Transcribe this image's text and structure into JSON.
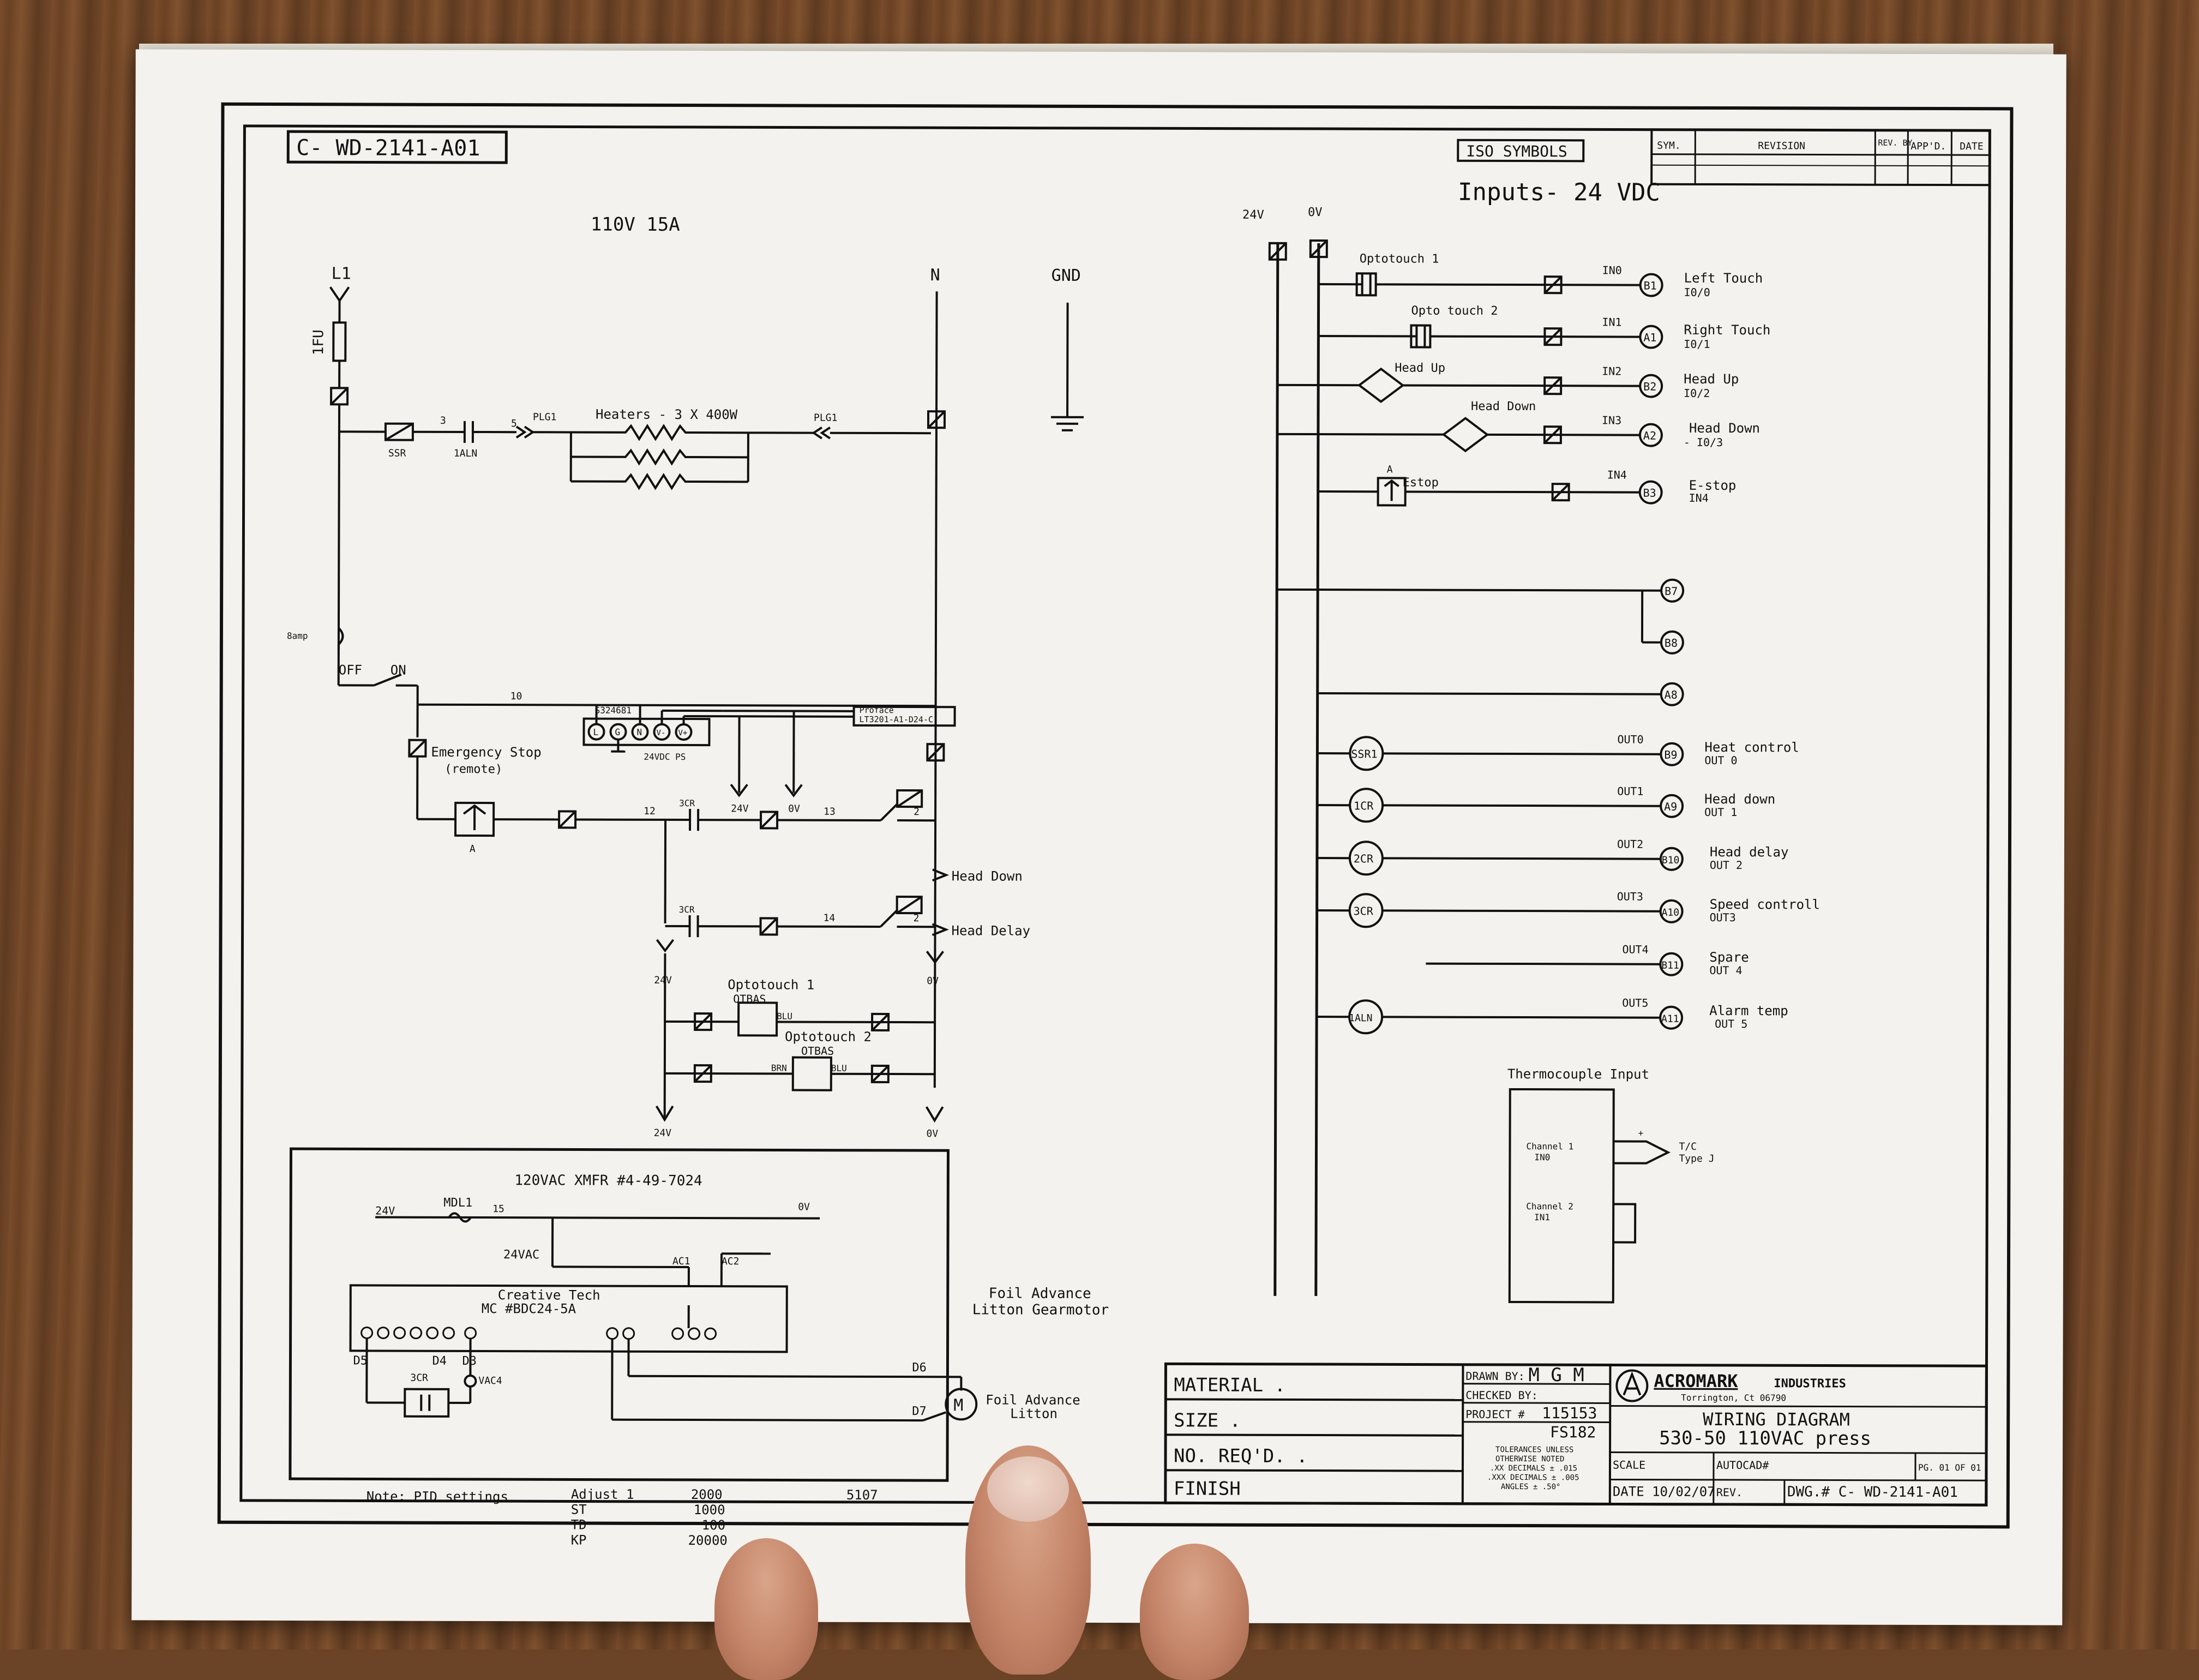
{
  "drawing": {
    "drawing_number": "C- WD-2141-A01",
    "supply": "110V 15A",
    "symbols_label": "ISO SYMBOLS",
    "revision_headers": [
      "SYM.",
      "REVISION",
      "REV. BY",
      "APP'D.",
      "DATE"
    ],
    "inputs_title": "Inputs- 24 VDC",
    "power": {
      "l1": "L1",
      "fuse": "1FU",
      "n": "N",
      "gnd": "GND",
      "ssr": "SSR",
      "wire3": "3",
      "aln": "1ALN",
      "wire5": "5",
      "plg_left": "PLG1",
      "plg_right": "PLG1",
      "heaters": "Heaters - 3 X 400W",
      "amp": "8amp",
      "off": "OFF",
      "on": "ON",
      "wire10": "10",
      "estop": "Emergency Stop",
      "estop_sub": "(remote)",
      "estop_a": "A",
      "ps_part": "S324681",
      "ps_label": "24VDC PS",
      "ps_terminals": [
        "L",
        "G",
        "N",
        "V-",
        "V+"
      ],
      "proface": "Proface",
      "proface_part": "LT3201-A1-D24-C",
      "wire12": "12",
      "wire13": "13",
      "wire14": "14",
      "wire2a": "2",
      "wire2b": "2",
      "cr3a": "3CR",
      "cr3b": "3CR",
      "v24": "24V",
      "v0": "0V",
      "head_down": "Head Down",
      "head_delay": "Head Delay",
      "v24b": "24V",
      "v0b": "0V",
      "v24c": "24V",
      "v0c": "0V",
      "opto1": "Optotouch 1",
      "opto1_part": "OTBAS",
      "opto2": "Optotouch 2",
      "opto2_part": "OTBAS",
      "blu": "BLU",
      "brn": "BRN"
    },
    "motor_box": {
      "title": "120VAC   XMFR #4-49-7024",
      "v24": "24V",
      "mdl": "MDL1",
      "wire15": "15",
      "v0": "0V",
      "vac": "24VAC",
      "ac1": "AC1",
      "ac2": "AC2",
      "controller": "Creative Tech",
      "controller_part": "MC #BDC24-5A",
      "d5": "D5",
      "d4": "D4",
      "d3": "D3",
      "d6": "D6",
      "d7": "D7",
      "scr": "3CR",
      "vac4": "VAC4",
      "motor": "M",
      "motor_label": "Foil Advance",
      "motor_label2": "Litton",
      "side_label": "Foil Advance",
      "side_label2": "Litton Gearmotor"
    },
    "pid": {
      "note": "Note: PID settings",
      "rows": [
        {
          "k": "Adjust_1",
          "v": "2000"
        },
        {
          "k": "ST",
          "v": "1000"
        },
        {
          "k": "TD",
          "v": "100"
        },
        {
          "k": "KP",
          "v": "20000"
        }
      ],
      "extra": "5107"
    },
    "io": {
      "rail24": "24V",
      "rail0": "0V",
      "inputs": [
        {
          "dev": "Optotouch 1",
          "tag": "IN0",
          "term": "B1",
          "desc": "Left Touch",
          "addr": "I0/0"
        },
        {
          "dev": "Opto touch 2",
          "tag": "IN1",
          "term": "A1",
          "desc": "Right Touch",
          "addr": "I0/1"
        },
        {
          "dev": "Head Up",
          "tag": "IN2",
          "term": "B2",
          "desc": "Head Up",
          "addr": "I0/2"
        },
        {
          "dev": "Head Down",
          "tag": "IN3",
          "term": "A2",
          "desc": "Head Down",
          "addr": "- I0/3"
        },
        {
          "dev": "Estop",
          "tag": "IN4",
          "term": "B3",
          "desc": "E-stop",
          "addr": "IN4"
        }
      ],
      "spare_terms": [
        "B7",
        "B8",
        "A8"
      ],
      "outputs": [
        {
          "coil": "SSR1",
          "tag": "OUT0",
          "term": "B9",
          "desc": "Heat control",
          "addr": "OUT 0"
        },
        {
          "coil": "1CR",
          "tag": "OUT1",
          "term": "A9",
          "desc": "Head down",
          "addr": "OUT 1"
        },
        {
          "coil": "2CR",
          "tag": "OUT2",
          "term": "B10",
          "desc": "Head delay",
          "addr": "OUT 2"
        },
        {
          "coil": "3CR",
          "tag": "OUT3",
          "term": "A10",
          "desc": "Speed controll",
          "addr": "OUT3"
        },
        {
          "coil": "",
          "tag": "OUT4",
          "term": "B11",
          "desc": "Spare",
          "addr": "OUT 4"
        },
        {
          "coil": "1ALN",
          "tag": "OUT5",
          "term": "A11",
          "desc": "Alarm temp",
          "addr": "OUT 5"
        }
      ],
      "estop_a": "A",
      "thermo_title": "Thermocouple Input",
      "ch1": "Channel 1",
      "ch1b": "IN0",
      "ch2": "Channel 2",
      "ch2b": "IN1",
      "tc": "T/C",
      "tc_type": "Type J",
      "plus": "+"
    },
    "title_block": {
      "material": "MATERIAL .",
      "size": "SIZE  .",
      "noreq": "NO. REQ'D. .",
      "finish": "FINISH",
      "drawn_by": "DRAWN BY:",
      "drawn_by_val": "M G M",
      "checked_by": "CHECKED BY:",
      "project": "PROJECT #",
      "project_val": "115153",
      "project_val2": "FS182",
      "tolerances": [
        "TOLERANCES UNLESS",
        "OTHERWISE NOTED",
        ".XX DECIMALS ± .015",
        ".XXX DECIMALS ± .005",
        "ANGLES ± .50°"
      ],
      "company": "ACROMARK",
      "company2": "INDUSTRIES",
      "company_city": "Torrington, Ct 06790",
      "title1": "WIRING DIAGRAM",
      "title2": "530-50 110VAC press",
      "scale": "SCALE",
      "autocad": "AUTOCAD#",
      "page": "PG. 01 OF 01",
      "date": "DATE 10/02/07",
      "rev": "REV.",
      "dwg": "DWG.# C- WD-2141-A01"
    }
  }
}
